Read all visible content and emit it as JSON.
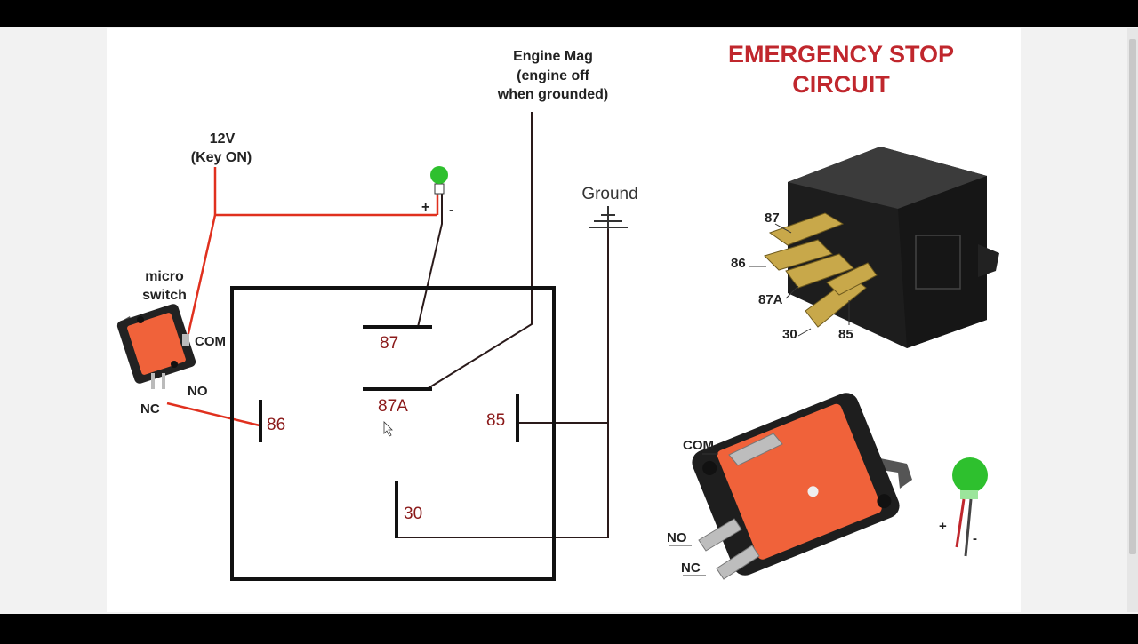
{
  "title": {
    "line1": "EMERGENCY STOP",
    "line2": "CIRCUIT"
  },
  "supply": {
    "line1": "12V",
    "line2": "(Key ON)"
  },
  "engine_mag": {
    "line1": "Engine Mag",
    "line2": "(engine off",
    "line3": "when grounded)"
  },
  "ground_label": "Ground",
  "led_polarity": {
    "plus": "+",
    "minus": "-"
  },
  "micro_switch": {
    "line1": "micro",
    "line2": "switch",
    "com": "COM",
    "no": "NO",
    "nc": "NC"
  },
  "relay_pins": {
    "p87": "87",
    "p87a": "87A",
    "p86": "86",
    "p85": "85",
    "p30": "30"
  },
  "relay_photo_pins": {
    "p87": "87",
    "p86": "86",
    "p87a": "87A",
    "p30": "30",
    "p85": "85"
  },
  "switch_photo": {
    "com": "COM",
    "no": "NO",
    "nc": "NC"
  },
  "led_photo": {
    "plus": "+",
    "minus": "-"
  },
  "colors": {
    "title": "#c0272d",
    "wire_red": "#e0301e",
    "wire_dark": "#2a1a1a",
    "pin_text": "#8b1a1a",
    "led_green": "#2ec02e",
    "switch_orange": "#f0623a"
  }
}
